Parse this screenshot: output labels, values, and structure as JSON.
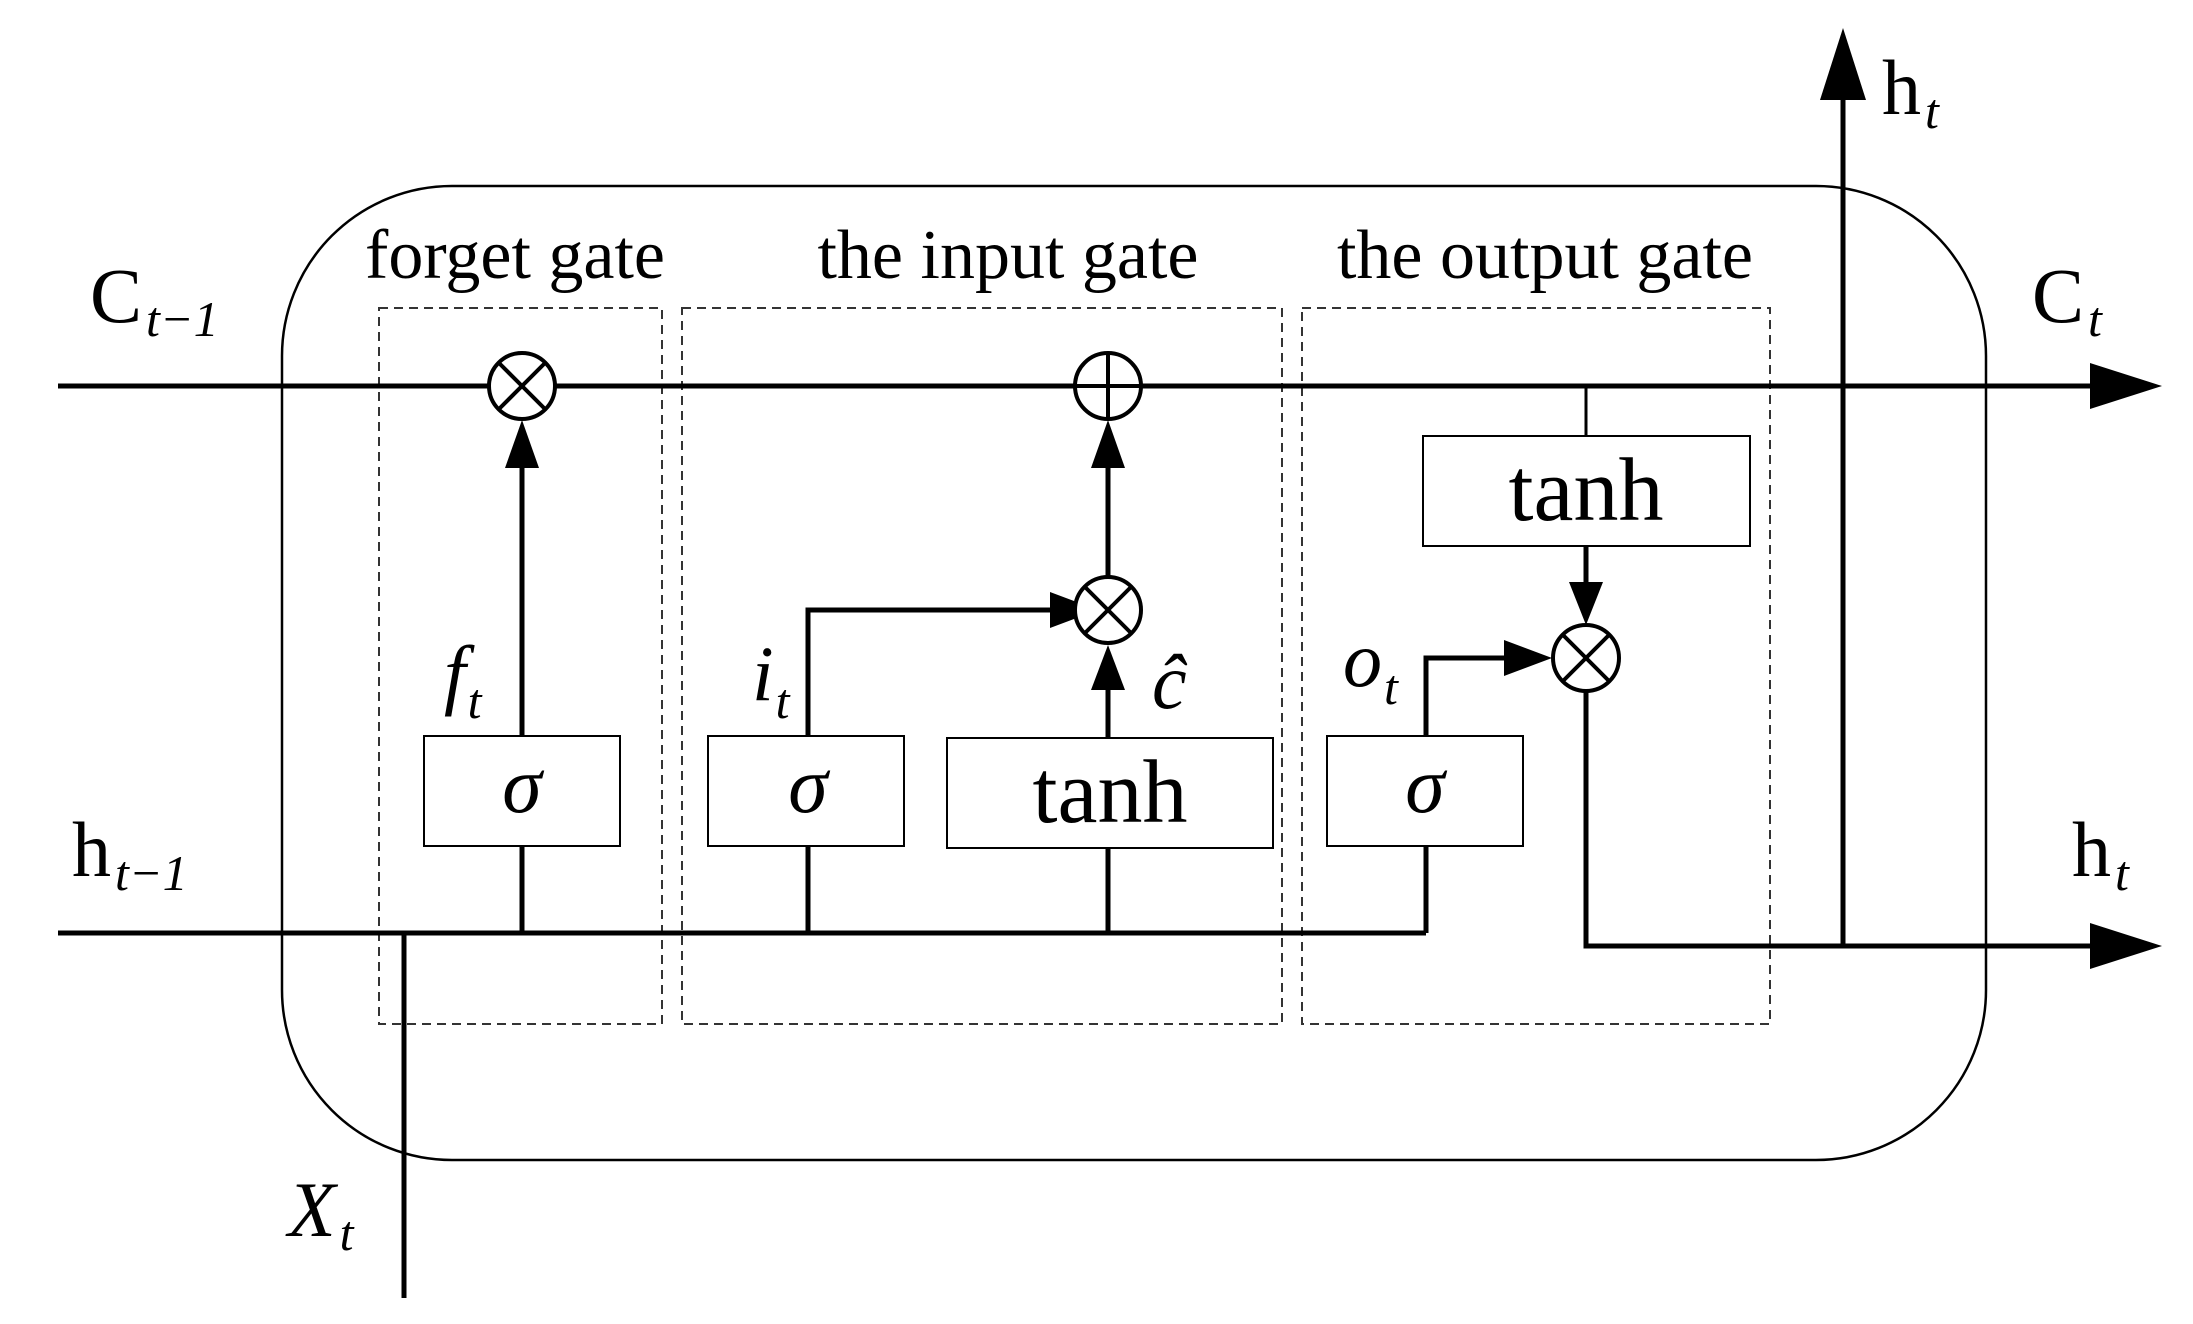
{
  "gates": {
    "forget_title": "forget gate",
    "input_title": "the input gate",
    "output_title": "the output gate"
  },
  "labels": {
    "c_prev_main": "C",
    "c_prev_sub": "t−1",
    "c_next_main": "C",
    "c_next_sub": "t",
    "h_prev_main": "h",
    "h_prev_sub": "t−1",
    "h_out_right_main": "h",
    "h_out_right_sub": "t",
    "h_out_top_main": "h",
    "h_out_top_sub": "t",
    "x_main": "X",
    "x_sub": "t",
    "f_main": "f",
    "f_sub": "t",
    "i_main": "i",
    "i_sub": "t",
    "o_main": "o",
    "o_sub": "t",
    "c_hat": "ĉ"
  },
  "boxes": {
    "sigma_forget": "σ",
    "sigma_input": "σ",
    "tanh_input": "tanh",
    "sigma_output": "σ",
    "tanh_output": "tanh"
  },
  "operators": {
    "multiply": "⊗",
    "add": "⊕"
  }
}
